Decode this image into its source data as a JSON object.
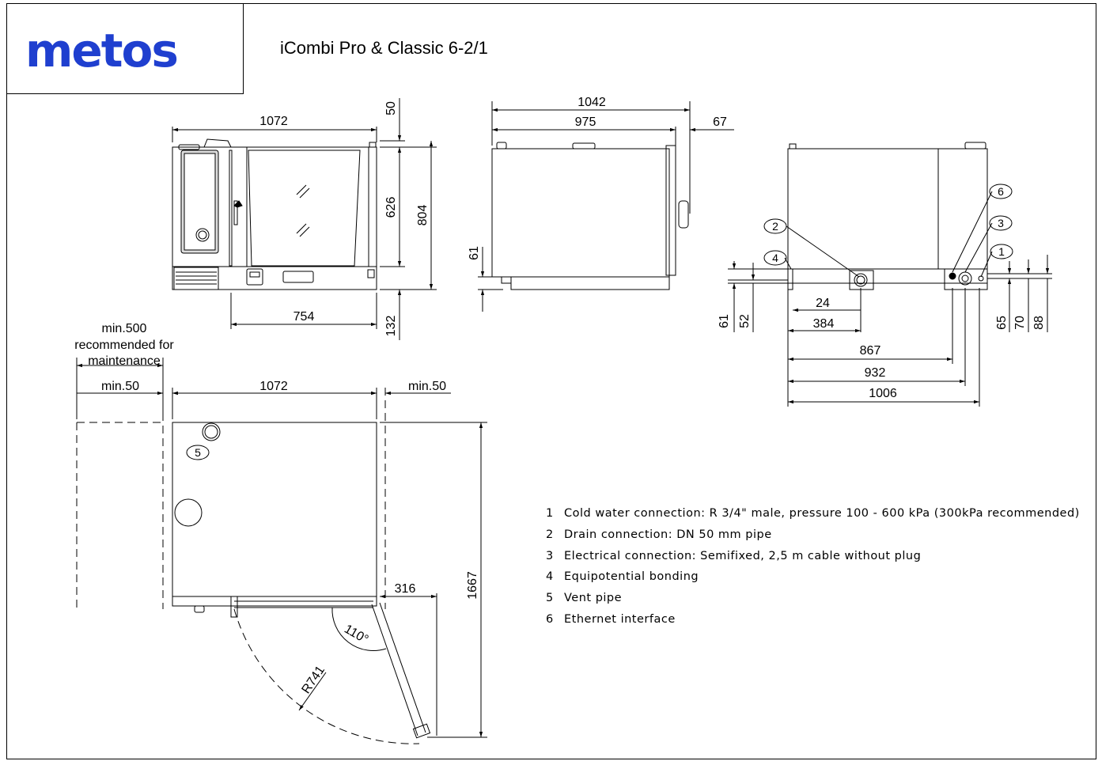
{
  "header": {
    "logo_text": "metos",
    "title": "iCombi Pro & Classic 6-2/1",
    "brand_color": "#1f3fcf"
  },
  "front_view": {
    "dim_width": "1072",
    "dim_top_offset": "50",
    "dim_door_height": "626",
    "dim_total_height": "804",
    "dim_base": "132",
    "dim_door_width": "754"
  },
  "side_view": {
    "dim_depth_total": "1042",
    "dim_depth_body": "975",
    "dim_handle": "67",
    "dim_foot": "61"
  },
  "rear_view": {
    "callouts": [
      "6",
      "2",
      "3",
      "4",
      "1"
    ],
    "dim_61": "61",
    "dim_52": "52",
    "dim_24": "24",
    "dim_384": "384",
    "dim_867": "867",
    "dim_932": "932",
    "dim_1006": "1006",
    "dim_65": "65",
    "dim_70": "70",
    "dim_88": "88"
  },
  "plan_view": {
    "clearance_note": "min.500\nrecommended for\nmaintenance",
    "min_left": "min.50",
    "width": "1072",
    "min_right": "min.50",
    "depth": "1667",
    "door_swing": "316",
    "angle": "110°",
    "radius": "R741",
    "vent_callout": "5"
  },
  "legend": [
    {
      "num": "1",
      "text": "Cold water connection: R 3/4\" male, pressure 100 - 600 kPa (300kPa recommended)"
    },
    {
      "num": "2",
      "text": "Drain connection: DN 50 mm pipe"
    },
    {
      "num": "3",
      "text": "Electrical connection: Semifixed, 2,5 m cable without plug"
    },
    {
      "num": "4",
      "text": "Equipotential bonding"
    },
    {
      "num": "5",
      "text": "Vent pipe"
    },
    {
      "num": "6",
      "text": "Ethernet interface"
    }
  ]
}
